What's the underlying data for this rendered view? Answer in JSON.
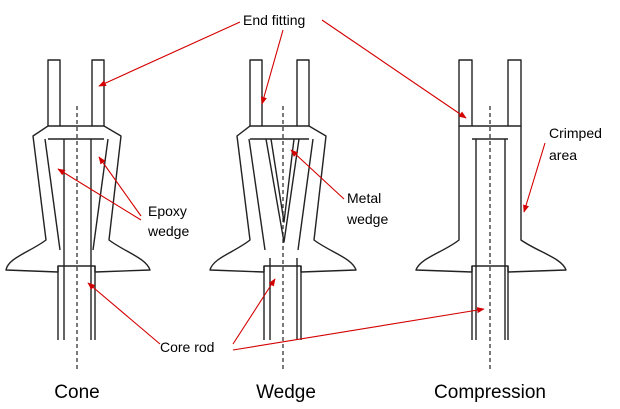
{
  "labels": {
    "end_fitting": "End fitting",
    "crimped_area_line1": "Crimped",
    "crimped_area_line2": "area",
    "epoxy_wedge_line1": "Epoxy",
    "epoxy_wedge_line2": "wedge",
    "metal_wedge_line1": "Metal",
    "metal_wedge_line2": "wedge",
    "core_rod": "Core rod"
  },
  "captions": {
    "cone": "Cone",
    "wedge": "Wedge",
    "compression": "Compression"
  },
  "colors": {
    "outline": "#222222",
    "pointer_arrow": "#d40000",
    "background": "#ffffff"
  }
}
